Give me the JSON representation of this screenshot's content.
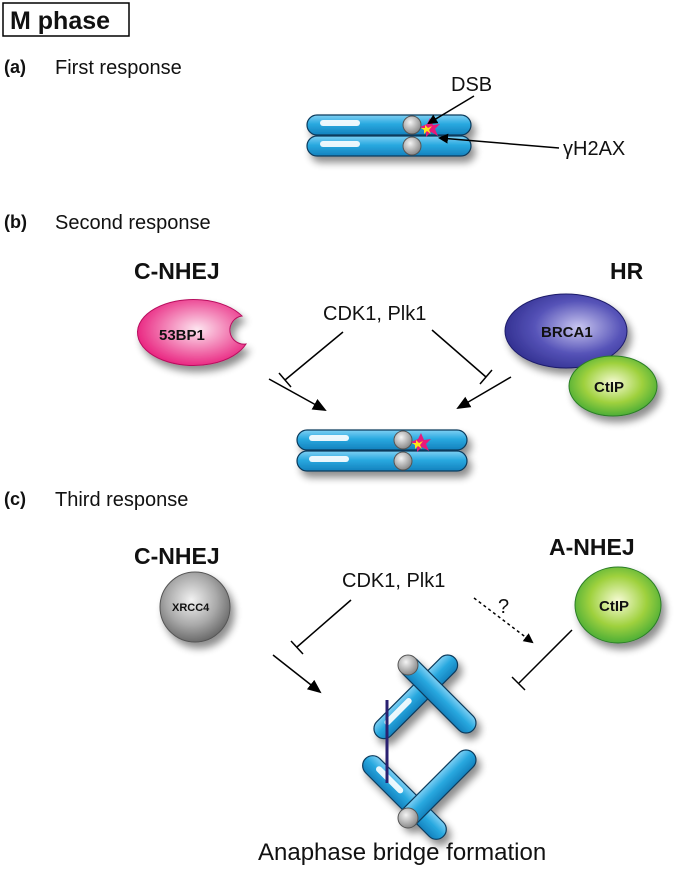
{
  "title": "M phase",
  "panels": {
    "a": {
      "label": "(a)",
      "heading": "First response",
      "dsb_label": "DSB",
      "h2ax_label": "γH2AX"
    },
    "b": {
      "label": "(b)",
      "heading": "Second response",
      "left_pathway": "C-NHEJ",
      "right_pathway": "HR",
      "kinases": "CDK1, Plk1",
      "protein_53bp1": "53BP1",
      "protein_brca1": "BRCA1",
      "protein_ctip": "CtIP"
    },
    "c": {
      "label": "(c)",
      "heading": "Third response",
      "left_pathway": "C-NHEJ",
      "right_pathway": "A-NHEJ",
      "kinases": "CDK1, Plk1",
      "question": "?",
      "protein_xrcc4": "XRCC4",
      "protein_ctip": "CtIP",
      "outcome": "Anaphase bridge formation"
    }
  },
  "colors": {
    "chromosome": "#29a9e0",
    "chromosome_outline": "#0b3a5c",
    "protein_53bp1": "#e8197a",
    "protein_brca1": "#2e2c8c",
    "protein_ctip": "#3aa635",
    "protein_xrcc4": "#808080",
    "bridge": "#2a2070",
    "arrow": "#000000"
  }
}
